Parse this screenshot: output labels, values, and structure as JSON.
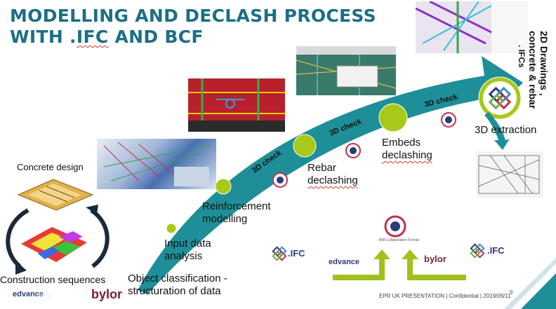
{
  "title": {
    "line1": "MODELLING AND DECLASH PROCESS",
    "line2_prefix": "WITH .",
    "line2_ifc": "IFC",
    "line2_suffix": " AND BCF"
  },
  "side_labels": {
    "concrete_design": "Concrete design",
    "construction_sequences": "Construction sequences"
  },
  "steps": {
    "object_classification": "Object classification -",
    "object_classification_2": "structuration of data",
    "input_data_1": "Input data",
    "input_data_2": "analysis",
    "reinforcement_1": "Reinforcement",
    "reinforcement_2": "modelling",
    "rebar_1": "Rebar",
    "rebar_2": "declashing",
    "embeds_1": "Embeds",
    "embeds_2": "declashing",
    "extraction": "3D extraction"
  },
  "checks": [
    "3D check",
    "3D check",
    "3D check"
  ],
  "vertical_label": {
    "line1": "2D Drawings ,",
    "line2": "concrete & rebar",
    "line3": ". IFCs"
  },
  "logos": {
    "ifc": ".IFC",
    "edvance": "edvance",
    "bylor": "bylor",
    "bcf_caption": "BIM Collaboration Format"
  },
  "footer": "EPR UK PRESENTATION | Confidential | 2019/09/11",
  "page_number": "9",
  "watermark": "大图网",
  "colors": {
    "title": "#1c6f86",
    "arrow": "#1e8f98",
    "dot": "#a8c81a",
    "arrow_green": "#9fc21a"
  }
}
